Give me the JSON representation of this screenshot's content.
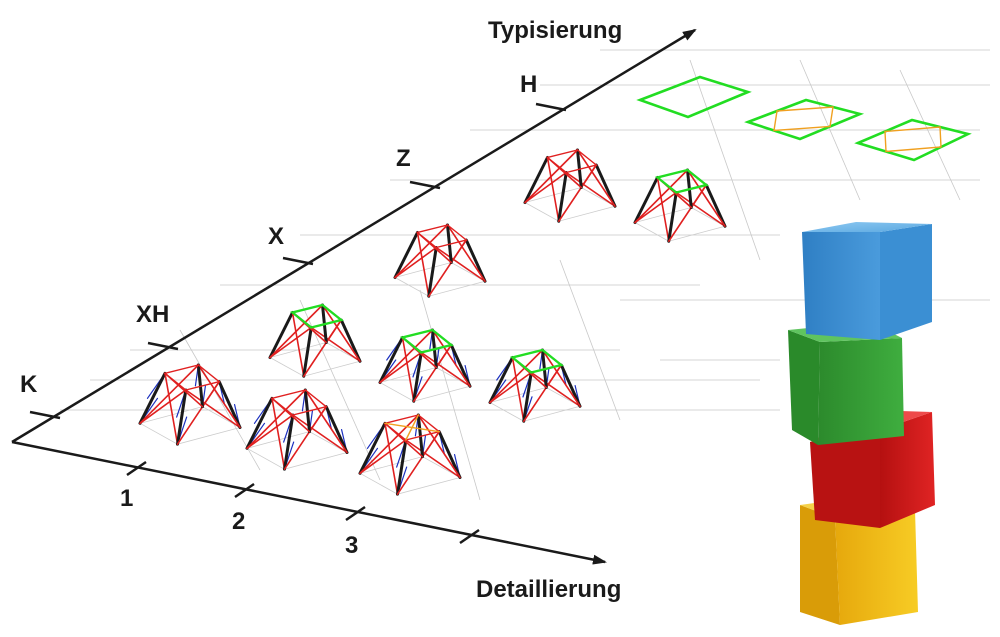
{
  "axes": {
    "vertical": {
      "title": "Typisierung",
      "ticks": [
        "K",
        "XH",
        "X",
        "Z",
        "H"
      ]
    },
    "horizontal": {
      "title": "Detaillierung",
      "ticks": [
        "1",
        "2",
        "3"
      ]
    }
  },
  "colors": {
    "axis": "#1a1a1a",
    "member_red": "#e02020",
    "member_black": "#1a1a1a",
    "member_blue": "#1a2fbf",
    "member_green": "#22dd22",
    "member_orange": "#f0a020",
    "block_blue": "#4da3e0",
    "block_green": "#3aa33a",
    "block_red": "#d91c1c",
    "block_yellow": "#f2c21a"
  },
  "decor": {
    "blocks_icon": "stacked-toy-blocks"
  }
}
